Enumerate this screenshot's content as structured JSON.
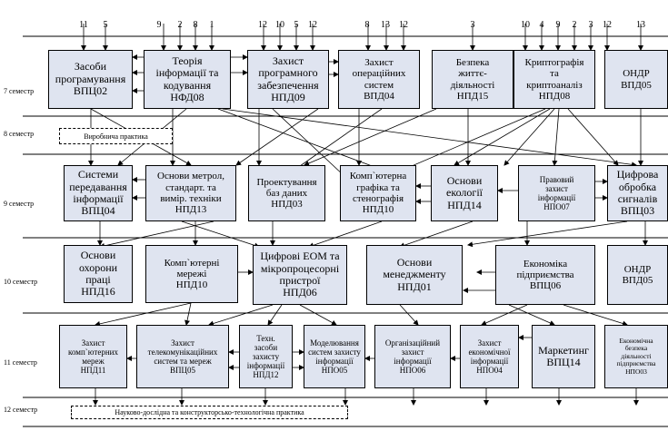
{
  "semesters": [
    "7 семестр",
    "8 семестр",
    "9 семестр",
    "10 семестр",
    "11 семестр",
    "12 семестр"
  ],
  "top_numbers": [
    "11",
    "5",
    "9",
    "2",
    "8",
    "1",
    "12",
    "10",
    "5",
    "12",
    "8",
    "13",
    "12",
    "3",
    "10",
    "4",
    "9",
    "2",
    "3",
    "12",
    "13"
  ],
  "practice_8": "Виробнича практика",
  "practice_12": "Науково-дослідна та конструкторсько-технологічна практика",
  "boxes": {
    "b1": [
      "Засоби",
      "програмування",
      "ВПЦ02"
    ],
    "b2": [
      "Теорія",
      "інформації та",
      "кодування",
      "НФД08"
    ],
    "b3": [
      "Захист",
      "програмного",
      "забезпечення",
      "НПД09"
    ],
    "b4": [
      "Захист",
      "операційних",
      "систем",
      "ВПД04"
    ],
    "b5": [
      "Безпека",
      "життє-",
      "діяльності",
      "НПД15"
    ],
    "b6": [
      "Криптографія",
      "та",
      "криптоаналіз",
      "НПД08"
    ],
    "b7": [
      "ОНДР",
      "ВПД05"
    ],
    "c1": [
      "Системи",
      "передавання",
      "інформації",
      "ВПЦ04"
    ],
    "c2": [
      "Основи метрол,",
      "стандарт. та",
      "вимір. техніки",
      "НПД13"
    ],
    "c3": [
      "Проектування",
      "баз даних",
      "НПД03"
    ],
    "c4": [
      "Комп`ютерна",
      "графіка та",
      "стенографія",
      "НПД10"
    ],
    "c5": [
      "Основи",
      "екології",
      "НПД14"
    ],
    "c6": [
      "Правовий",
      "захист",
      "інформації",
      "НПО07"
    ],
    "c7": [
      "Цифрова",
      "обробка",
      "сигналів",
      "ВПЦ03"
    ],
    "d1": [
      "Основи",
      "охорони",
      "праці",
      "НПД16"
    ],
    "d2": [
      "Комп`ютерні",
      "мережі",
      "НПД10"
    ],
    "d3": [
      "Цифрові ЕОМ та",
      "мікропроцесорні",
      "пристрої",
      "НПД06"
    ],
    "d4": [
      "Основи",
      "менеджменту",
      "НПД01"
    ],
    "d5": [
      "Економіка",
      "підприємства",
      "ВПЦ06"
    ],
    "d6": [
      "ОНДР",
      "ВПД05"
    ],
    "e1": [
      "Захист",
      "комп`ютерних",
      "мереж",
      "НПД11"
    ],
    "e2": [
      "Захист",
      "телекомунікаційних",
      "систем та мереж",
      "ВПЦ05"
    ],
    "e3": [
      "Техн.",
      "засоби",
      "захисту",
      "інформації",
      "НПД12"
    ],
    "e4": [
      "Моделювання",
      "систем захисту",
      "інформації",
      "НПО05"
    ],
    "e5": [
      "Організаційний",
      "захист",
      "інформації",
      "НПО06"
    ],
    "e6": [
      "Захист",
      "економічної",
      "інформації",
      "НПО04"
    ],
    "e7": [
      "Маркетинг",
      "ВПЦ14"
    ],
    "e8": [
      "Економічна",
      "безпека",
      "діяльності",
      "підприємства",
      "НПО03"
    ]
  }
}
